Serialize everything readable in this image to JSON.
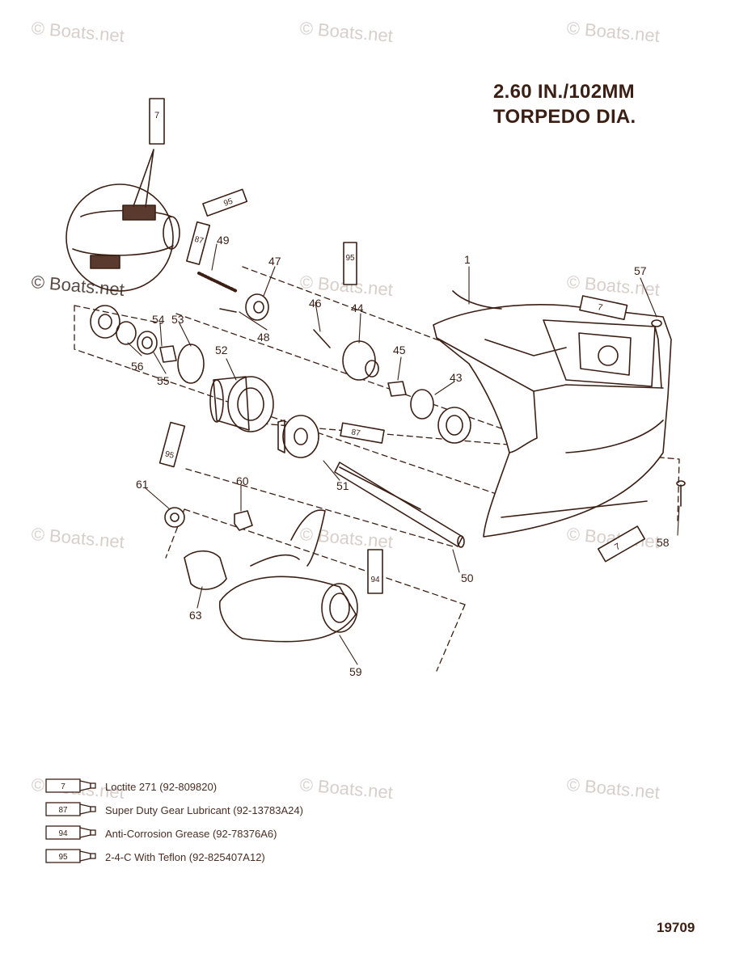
{
  "header": {
    "title_line1": "2.60 IN./102MM",
    "title_line2": "TORPEDO DIA."
  },
  "watermark": {
    "text": "© Boats.net"
  },
  "callouts": {
    "p1": "1",
    "p43": "43",
    "p44": "44",
    "p45": "45",
    "p46": "46",
    "p47": "47",
    "p48": "48",
    "p49": "49",
    "p50": "50",
    "p51": "51",
    "p52": "52",
    "p53": "53",
    "p54": "54",
    "p55": "55",
    "p56": "56",
    "p57": "57",
    "p58": "58",
    "p59": "59",
    "p60": "60",
    "p61": "61",
    "p63": "63"
  },
  "tube_labels": {
    "t7": "7",
    "t87": "87",
    "t94": "94",
    "t95": "95"
  },
  "legend": [
    {
      "code": "7",
      "text": "Loctite 271 (92-809820)"
    },
    {
      "code": "87",
      "text": "Super Duty Gear Lubricant (92-13783A24)"
    },
    {
      "code": "94",
      "text": "Anti-Corrosion Grease (92-78376A6)"
    },
    {
      "code": "95",
      "text": "2-4-C  With Teflon (92-825407A12)"
    }
  ],
  "footer": {
    "doc_number": "19709"
  },
  "colors": {
    "ink": "#3b1f14",
    "watermark": "#d8cfcb"
  }
}
